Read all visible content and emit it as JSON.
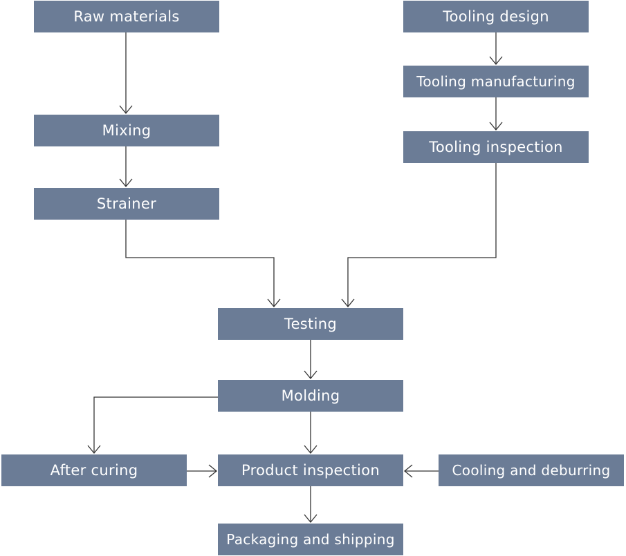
{
  "nodes": {
    "raw_materials": "Raw materials",
    "mixing": "Mixing",
    "strainer": "Strainer",
    "tooling_design": "Tooling design",
    "tooling_manufacturing": "Tooling manufacturing",
    "tooling_inspection": "Tooling inspection",
    "testing": "Testing",
    "molding": "Molding",
    "after_curing": "After curing",
    "product_inspection": "Product inspection",
    "cooling_and_deburring": "Cooling and deburring",
    "packaging_and_shipping": "Packaging and shipping"
  },
  "colors": {
    "node_fill": "#6b7c96",
    "node_text": "#ffffff",
    "edge": "#333333"
  }
}
